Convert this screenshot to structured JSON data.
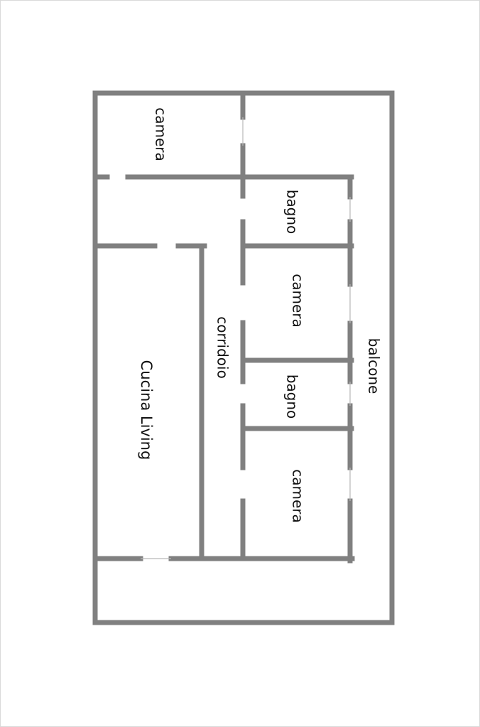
{
  "plan": {
    "wall_color": "#808080",
    "opening_color": "#b8b8b8",
    "text_color": "#111111",
    "background": "#ffffff",
    "labels": {
      "camera_top": "camera",
      "bagno_top": "bagno",
      "camera_mid": "camera",
      "bagno_mid": "bagno",
      "camera_bottom": "camera",
      "corridoio": "corridoio",
      "cucina_living": "Cucina Living",
      "balcone": "balcone"
    }
  }
}
